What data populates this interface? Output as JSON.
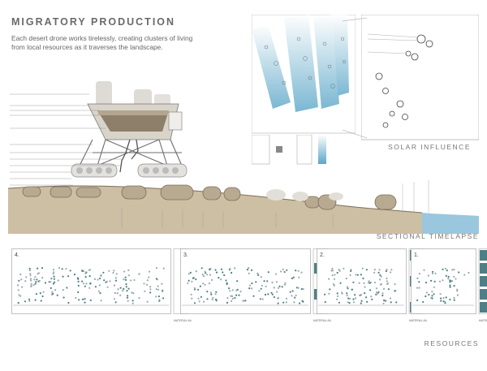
{
  "header": {
    "title": "MIGRATORY PRODUCTION",
    "description": "Each desert drone works tirelessly, creating clusters of living from local resources as it traverses the landscape."
  },
  "captions": {
    "solar": "SOLAR INFLUENCE",
    "section": "SECTIONAL TIMELAPSE",
    "resources": "RESOURCES"
  },
  "resources": {
    "panels": [
      {
        "number": "4."
      },
      {
        "number": "3."
      },
      {
        "number": "2."
      },
      {
        "number": "1."
      }
    ],
    "bar_label": "MATERIAL AVAILABLE"
  },
  "colors": {
    "ground": "#cdbfa3",
    "ground_dark": "#9b8d78",
    "water": "#9ac7de",
    "solar_blue": "#5aa6c8",
    "resource_bar": "#4f7f86",
    "sky_cloud": "#e2dfd9"
  }
}
